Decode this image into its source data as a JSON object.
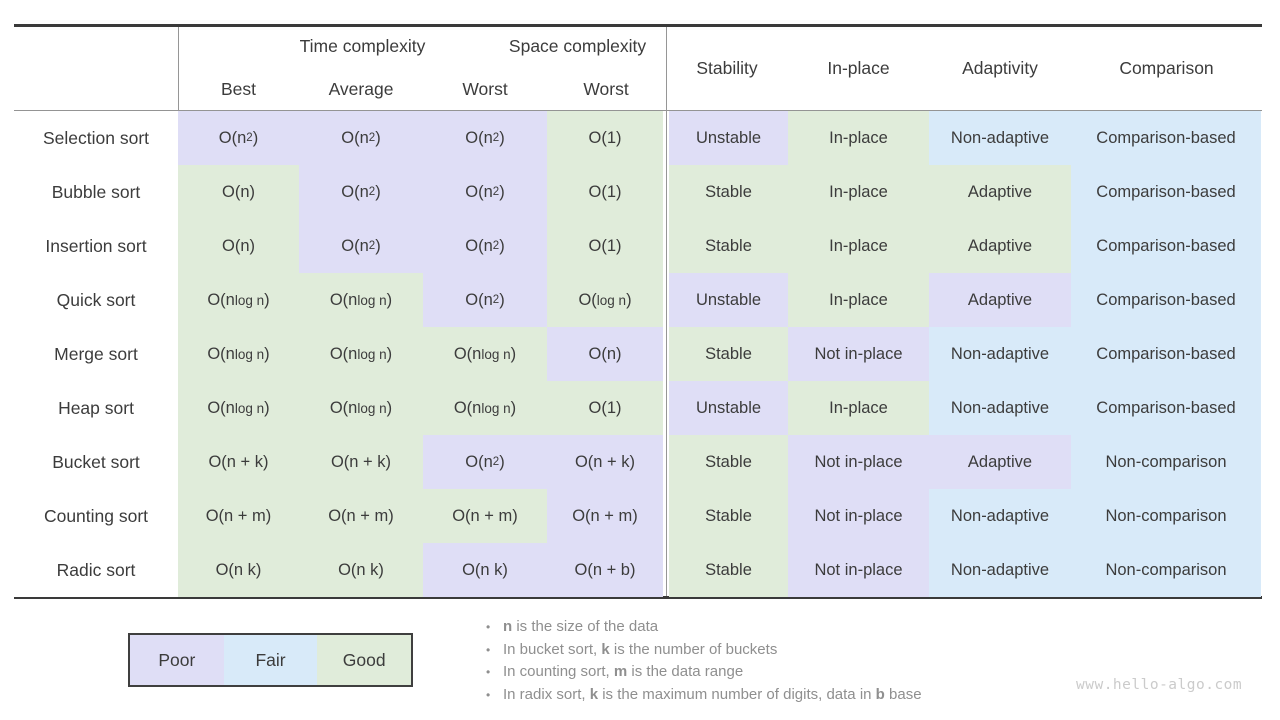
{
  "colors": {
    "poor": "#dfdef6",
    "fair": "#d8eaf9",
    "good": "#e0ecda"
  },
  "chart_data": {
    "type": "table",
    "group_headers": {
      "time": "Time complexity",
      "space": "Space complexity"
    },
    "sub_headers": [
      "Best",
      "Average",
      "Worst",
      "Worst"
    ],
    "prop_headers": [
      "Stability",
      "In-place",
      "Adaptivity",
      "Comparison"
    ],
    "rows": [
      {
        "label": "Selection sort",
        "cells": [
          {
            "text": "O(n^2)",
            "rating": "poor"
          },
          {
            "text": "O(n^2)",
            "rating": "poor"
          },
          {
            "text": "O(n^2)",
            "rating": "poor"
          },
          {
            "text": "O(1)",
            "rating": "good"
          },
          {
            "text": "Unstable",
            "rating": "poor"
          },
          {
            "text": "In-place",
            "rating": "good"
          },
          {
            "text": "Non-adaptive",
            "rating": "fair"
          },
          {
            "text": "Comparison-based",
            "rating": "fair"
          }
        ]
      },
      {
        "label": "Bubble sort",
        "cells": [
          {
            "text": "O(n)",
            "rating": "good"
          },
          {
            "text": "O(n^2)",
            "rating": "poor"
          },
          {
            "text": "O(n^2)",
            "rating": "poor"
          },
          {
            "text": "O(1)",
            "rating": "good"
          },
          {
            "text": "Stable",
            "rating": "good"
          },
          {
            "text": "In-place",
            "rating": "good"
          },
          {
            "text": "Adaptive",
            "rating": "good"
          },
          {
            "text": "Comparison-based",
            "rating": "fair"
          }
        ]
      },
      {
        "label": "Insertion sort",
        "cells": [
          {
            "text": "O(n)",
            "rating": "good"
          },
          {
            "text": "O(n^2)",
            "rating": "poor"
          },
          {
            "text": "O(n^2)",
            "rating": "poor"
          },
          {
            "text": "O(1)",
            "rating": "good"
          },
          {
            "text": "Stable",
            "rating": "good"
          },
          {
            "text": "In-place",
            "rating": "good"
          },
          {
            "text": "Adaptive",
            "rating": "good"
          },
          {
            "text": "Comparison-based",
            "rating": "fair"
          }
        ]
      },
      {
        "label": "Quick sort",
        "cells": [
          {
            "text": "O(n log n)",
            "rating": "good"
          },
          {
            "text": "O(n log n)",
            "rating": "good"
          },
          {
            "text": "O(n^2)",
            "rating": "poor"
          },
          {
            "text": "O(log n)",
            "rating": "good"
          },
          {
            "text": "Unstable",
            "rating": "poor"
          },
          {
            "text": "In-place",
            "rating": "good"
          },
          {
            "text": "Adaptive",
            "rating": "poor"
          },
          {
            "text": "Comparison-based",
            "rating": "fair"
          }
        ]
      },
      {
        "label": "Merge sort",
        "cells": [
          {
            "text": "O(n log n)",
            "rating": "good"
          },
          {
            "text": "O(n log n)",
            "rating": "good"
          },
          {
            "text": "O(n log n)",
            "rating": "good"
          },
          {
            "text": "O(n)",
            "rating": "poor"
          },
          {
            "text": "Stable",
            "rating": "good"
          },
          {
            "text": "Not in-place",
            "rating": "poor"
          },
          {
            "text": "Non-adaptive",
            "rating": "fair"
          },
          {
            "text": "Comparison-based",
            "rating": "fair"
          }
        ]
      },
      {
        "label": "Heap sort",
        "cells": [
          {
            "text": "O(n log n)",
            "rating": "good"
          },
          {
            "text": "O(n log n)",
            "rating": "good"
          },
          {
            "text": "O(n log n)",
            "rating": "good"
          },
          {
            "text": "O(1)",
            "rating": "good"
          },
          {
            "text": "Unstable",
            "rating": "poor"
          },
          {
            "text": "In-place",
            "rating": "good"
          },
          {
            "text": "Non-adaptive",
            "rating": "fair"
          },
          {
            "text": "Comparison-based",
            "rating": "fair"
          }
        ]
      },
      {
        "label": "Bucket sort",
        "cells": [
          {
            "text": "O(n + k)",
            "rating": "good"
          },
          {
            "text": "O(n + k)",
            "rating": "good"
          },
          {
            "text": "O(n^2)",
            "rating": "poor"
          },
          {
            "text": "O(n + k)",
            "rating": "poor"
          },
          {
            "text": "Stable",
            "rating": "good"
          },
          {
            "text": "Not in-place",
            "rating": "poor"
          },
          {
            "text": "Adaptive",
            "rating": "poor"
          },
          {
            "text": "Non-comparison",
            "rating": "fair"
          }
        ]
      },
      {
        "label": "Counting sort",
        "cells": [
          {
            "text": "O(n + m)",
            "rating": "good"
          },
          {
            "text": "O(n + m)",
            "rating": "good"
          },
          {
            "text": "O(n + m)",
            "rating": "good"
          },
          {
            "text": "O(n + m)",
            "rating": "poor"
          },
          {
            "text": "Stable",
            "rating": "good"
          },
          {
            "text": "Not in-place",
            "rating": "poor"
          },
          {
            "text": "Non-adaptive",
            "rating": "fair"
          },
          {
            "text": "Non-comparison",
            "rating": "fair"
          }
        ]
      },
      {
        "label": "Radic sort",
        "cells": [
          {
            "text": "O(n k)",
            "rating": "good"
          },
          {
            "text": "O(n k)",
            "rating": "good"
          },
          {
            "text": "O(n k)",
            "rating": "poor"
          },
          {
            "text": "O(n + b)",
            "rating": "poor"
          },
          {
            "text": "Stable",
            "rating": "good"
          },
          {
            "text": "Not in-place",
            "rating": "poor"
          },
          {
            "text": "Non-adaptive",
            "rating": "fair"
          },
          {
            "text": "Non-comparison",
            "rating": "fair"
          }
        ]
      }
    ]
  },
  "legend": {
    "items": [
      {
        "label": "Poor",
        "rating": "poor"
      },
      {
        "label": "Fair",
        "rating": "fair"
      },
      {
        "label": "Good",
        "rating": "good"
      }
    ]
  },
  "footnotes": {
    "bullet": "•",
    "items": [
      "**n** is the size of the data",
      "In bucket sort, **k** is the number of buckets",
      "In counting sort, **m** is the data range",
      "In radix sort, **k** is the maximum number of digits, data in **b** base"
    ]
  },
  "watermark": "www.hello-algo.com"
}
